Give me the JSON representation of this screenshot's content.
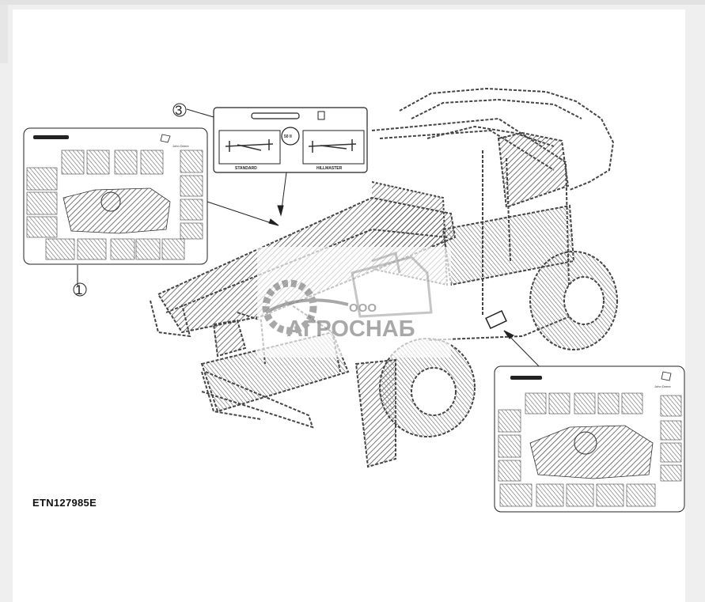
{
  "figure": {
    "id": "ETN127985E",
    "callouts": [
      "1",
      "3"
    ]
  },
  "decal_left": {
    "brand": "John Deere"
  },
  "decal_right": {
    "brand": "John Deere"
  },
  "decal_top": {
    "panel_left_label": "STANDARD",
    "panel_right_label": "HILLMASTER",
    "badge": "50 II"
  },
  "watermark": {
    "prefix": "ООО",
    "name": "АГРОСНАБ",
    "color": "#9a9a9a"
  },
  "colors": {
    "line": "#333333",
    "hatch": "#555555"
  }
}
